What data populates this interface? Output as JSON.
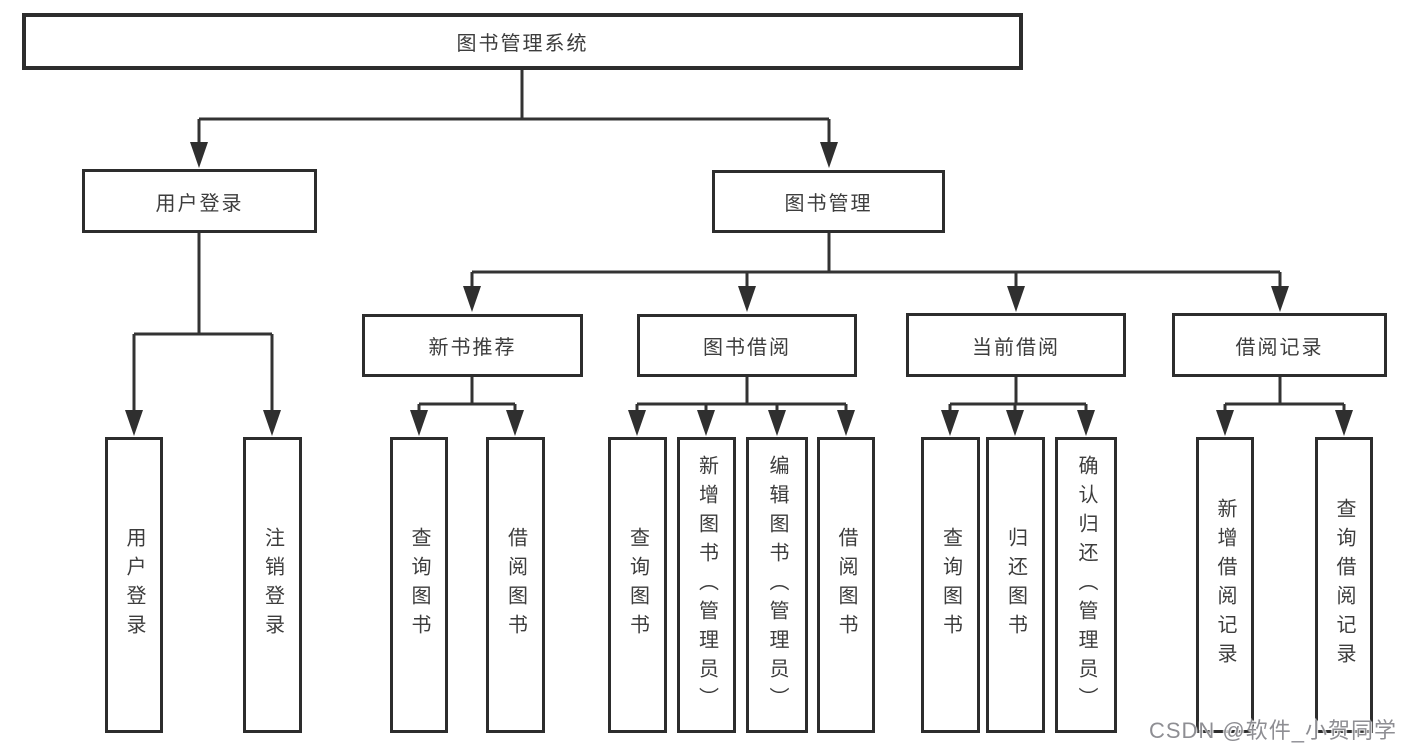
{
  "diagram": {
    "root": {
      "label": "图书管理系统"
    },
    "user_login": {
      "label": "用户登录",
      "children": {
        "login": {
          "label": "用户登录"
        },
        "logout": {
          "label": "注销登录"
        }
      }
    },
    "book_management": {
      "label": "图书管理",
      "children": {
        "new_books": {
          "label": "新书推荐",
          "children": {
            "query": {
              "label": "查询图书"
            },
            "borrow": {
              "label": "借阅图书"
            }
          }
        },
        "borrowing": {
          "label": "图书借阅",
          "children": {
            "query": {
              "label": "查询图书"
            },
            "add": {
              "label": "新增图书（管理员）"
            },
            "edit": {
              "label": "编辑图书（管理员）"
            },
            "borrow": {
              "label": "借阅图书"
            }
          }
        },
        "current": {
          "label": "当前借阅",
          "children": {
            "query": {
              "label": "查询图书"
            },
            "return": {
              "label": "归还图书"
            },
            "confirm": {
              "label": "确认归还（管理员）"
            }
          }
        },
        "records": {
          "label": "借阅记录",
          "children": {
            "add": {
              "label": "新增借阅记录"
            },
            "query": {
              "label": "查询借阅记录"
            }
          }
        }
      }
    }
  },
  "watermark": {
    "text": "CSDN @软件_小贺同学"
  },
  "colors": {
    "line": "#333333",
    "box_border": "#2d2d2d",
    "text": "#3d3d3d",
    "watermark": "#8e8e93",
    "background": "#ffffff"
  }
}
